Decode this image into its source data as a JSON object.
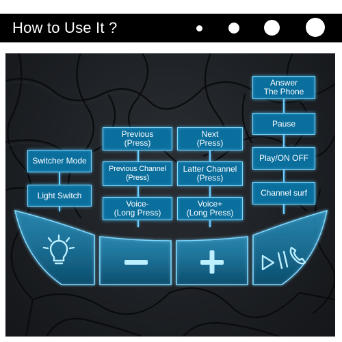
{
  "header": {
    "title": "How to Use It ?"
  },
  "labels": {
    "switcher_mode": "Switcher Mode",
    "light_switch": "Light Switch",
    "previous_1": "Previous",
    "previous_2": "(Press)",
    "previous_channel_1": "Previous Channel",
    "previous_channel_2": "(Press)",
    "voice_minus_1": "Voice-",
    "voice_minus_2": "(Long Press)",
    "next_1": "Next",
    "next_2": "(Press)",
    "latter_channel_1": "Latter Channel",
    "latter_channel_2": "(Press)",
    "voice_plus_1": "Voice+",
    "voice_plus_2": "(Long Press)",
    "answer_1": "Answer",
    "answer_2": "The Phone",
    "pause": "Pause",
    "play_on_off": "Play/ON OFF",
    "channel_surf": "Channel surf"
  },
  "buttons": {
    "light": "bulb-icon",
    "minus": "minus-icon",
    "plus": "plus-icon",
    "media": "play-pause-phone-icon"
  },
  "colors": {
    "accent": "#3fc4ff",
    "box_fill": "#0b6f9e",
    "panel": "#1c1f23"
  }
}
